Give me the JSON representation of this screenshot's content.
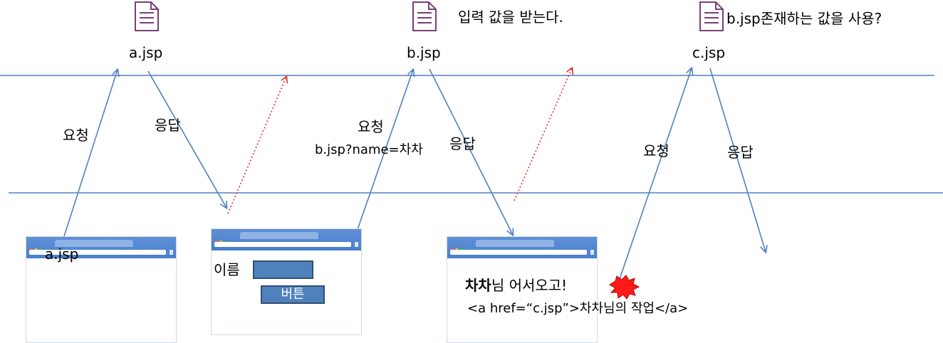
{
  "servers": [
    {
      "name": "a.jsp",
      "note": ""
    },
    {
      "name": "b.jsp",
      "note": "입력 값을 받는다."
    },
    {
      "name": "c.jsp",
      "note": "b.jsp존재하는 값을 사용?"
    }
  ],
  "arrows": {
    "req1": "요청",
    "res1": "응답",
    "req2": "요청",
    "req2_query": "b.jsp?name=차차",
    "res2": "응답",
    "req3": "요청",
    "res3": "응답"
  },
  "browser1": {
    "url_label": "a.jsp"
  },
  "browser2": {
    "field_label": "이름",
    "button_label": "버튼"
  },
  "browser3": {
    "greeting_name": "차차",
    "greeting_rest": "님 어서오고!",
    "link_line": "<a href=“c.jsp”>차차님의 작업</a>"
  },
  "colors": {
    "line": "#4f81bd",
    "dotted": "#e03030",
    "icon": "#7a3f78",
    "burst_fill": "#ff1a1a"
  }
}
